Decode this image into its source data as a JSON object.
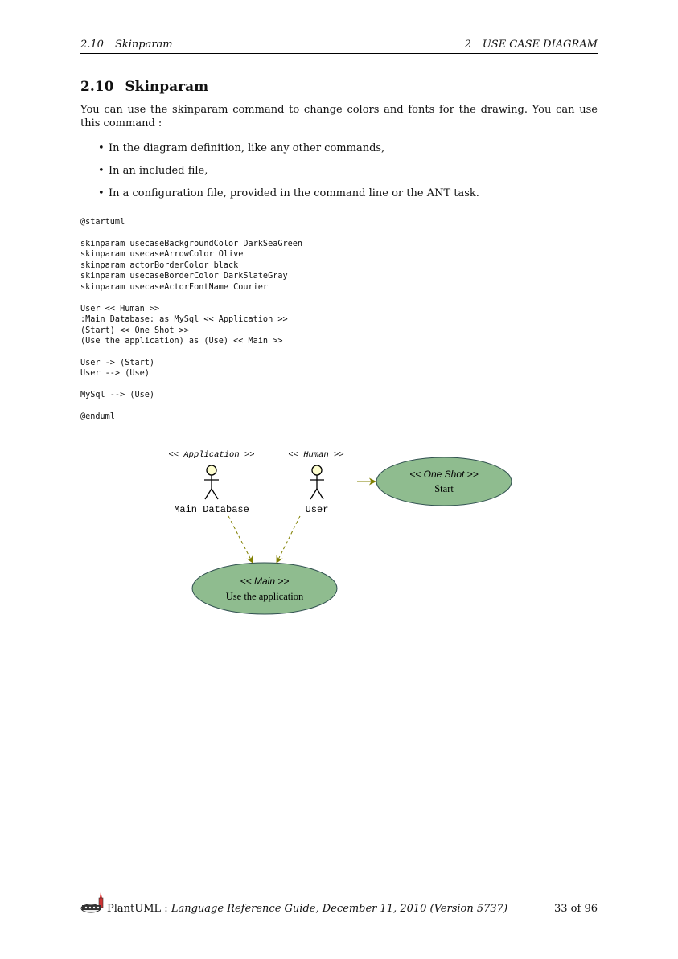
{
  "header": {
    "section_num": "2.10",
    "section_name": "Skinparam",
    "chapter_num": "2",
    "chapter_name": "USE CASE DIAGRAM"
  },
  "section": {
    "number": "2.10",
    "title": "Skinparam",
    "intro": "You can use the skinparam command to change colors and fonts for the drawing.  You can use this command :",
    "bullets": [
      "In the diagram definition, like any other commands,",
      "In an included file,",
      "In a configuration file, provided in the command line or the ANT task."
    ],
    "bullet_symbol": "•"
  },
  "code_lines": [
    "@startuml",
    "",
    "skinparam usecaseBackgroundColor DarkSeaGreen",
    "skinparam usecaseArrowColor Olive",
    "skinparam actorBorderColor black",
    "skinparam usecaseBorderColor DarkSlateGray",
    "skinparam usecaseActorFontName Courier",
    "",
    "User << Human >>",
    ":Main Database: as MySql << Application >>",
    "(Start) << One Shot >>",
    "(Use the application) as (Use) << Main >>",
    "",
    "User -> (Start)",
    "User --> (Use)",
    "",
    "MySql --> (Use)",
    "",
    "@enduml"
  ],
  "diagram": {
    "actors": [
      {
        "stereotype": "<< Application >>",
        "name": "Main Database"
      },
      {
        "stereotype": "<< Human >>",
        "name": "User"
      }
    ],
    "usecases": [
      {
        "stereotype": "<< One Shot >>",
        "name": "Start"
      },
      {
        "stereotype": "<< Main >>",
        "name": "Use the application"
      }
    ],
    "colors": {
      "usecase_fill": "#8fbc8f",
      "usecase_border": "#2f4f4f",
      "arrow": "#808000",
      "actor_head": "#fefece",
      "actor_border": "#000000"
    }
  },
  "footer": {
    "product": "PlantUML",
    "separator": " : ",
    "guide": "Language Reference Guide, December 11, 2010 (Version 5737)",
    "page": "33 of 96"
  }
}
